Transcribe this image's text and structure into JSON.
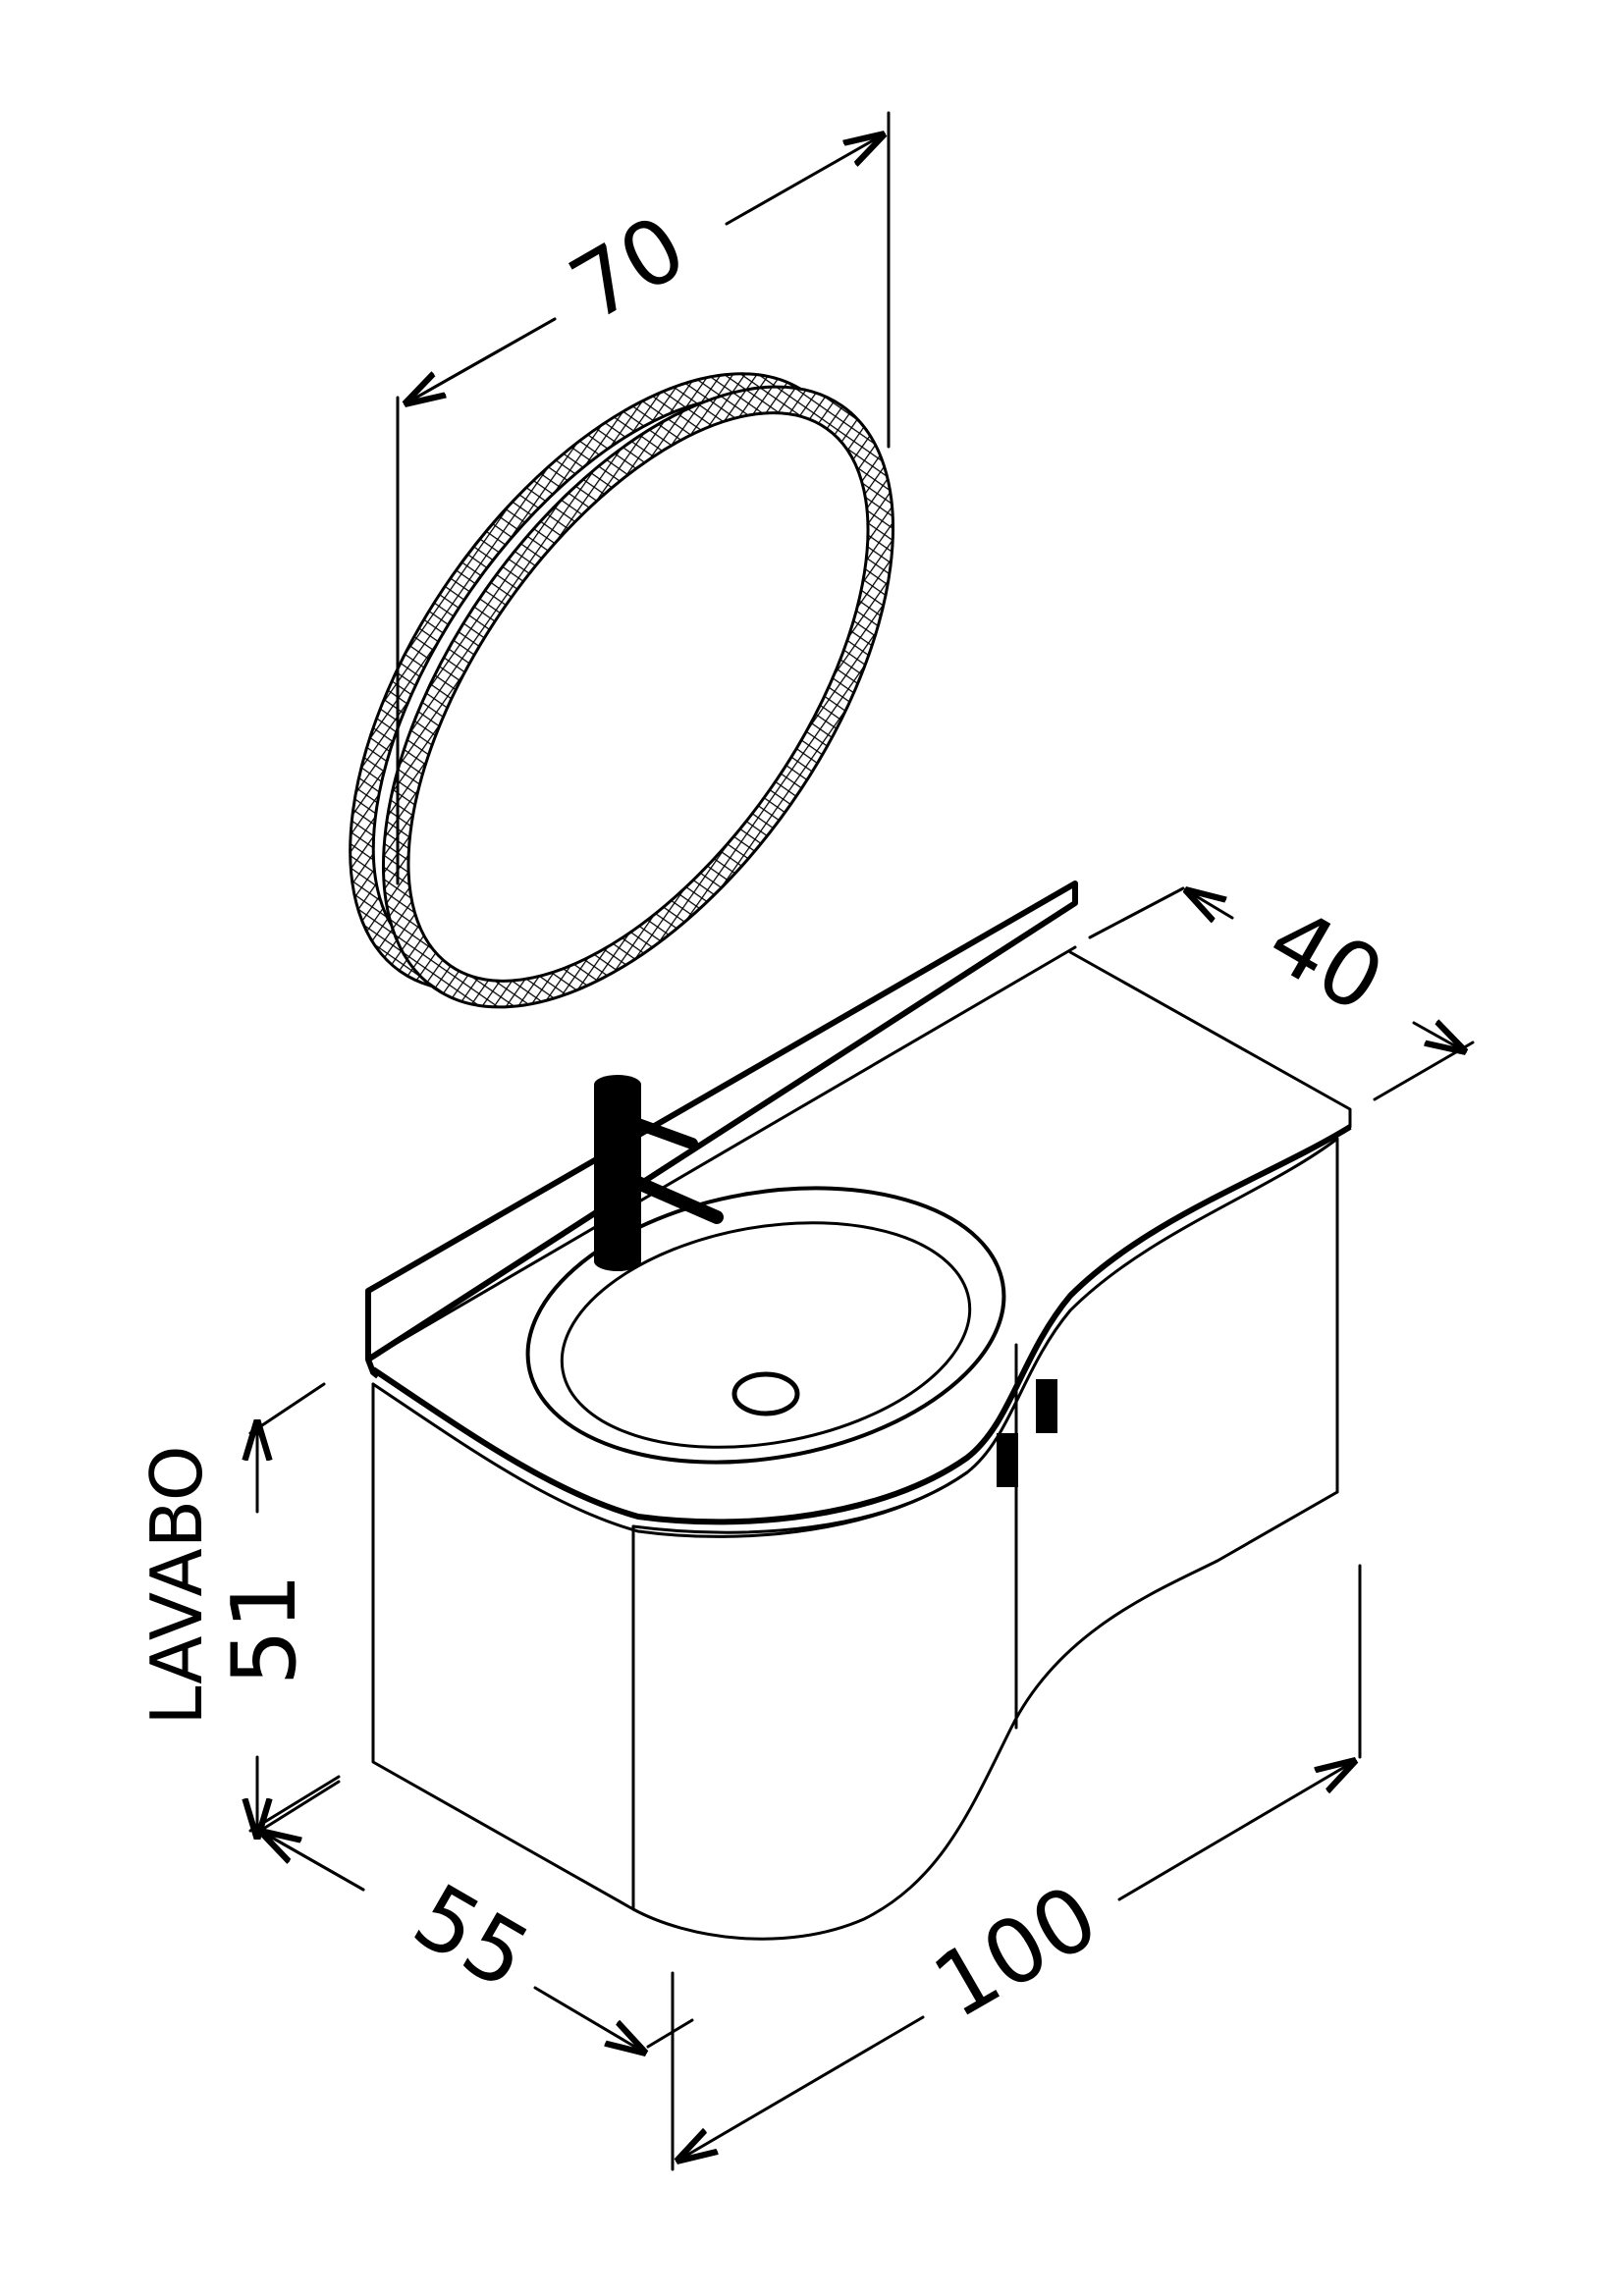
{
  "dimensions": {
    "mirror_width": "70",
    "top_depth": "40",
    "basin_height": "51",
    "basin_label": "LAVABO",
    "cabinet_depth": "55",
    "cabinet_width": "100"
  },
  "icons": {
    "mirror": "round-mirror-icon",
    "faucet": "faucet-icon",
    "basin": "sink-basin-icon",
    "handles": "door-handle-icon"
  }
}
